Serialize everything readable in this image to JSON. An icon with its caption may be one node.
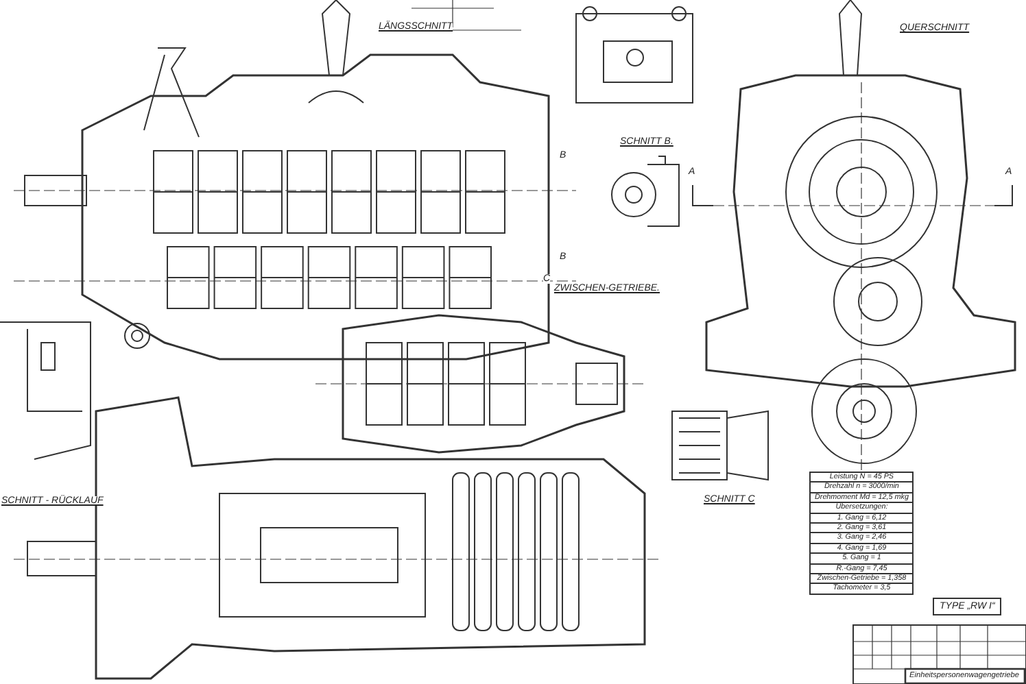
{
  "diagram": {
    "labels": [
      "LÄNGSSCHNITT",
      "QUERSCHNITT",
      "A",
      "A",
      "B",
      "SCHNITT B.",
      "B",
      "C",
      "ZWISCHEN-GETRIEBE.",
      "SCHNITT - RÜCKLAUF",
      "SCHNITT C",
      "Leistung N = 45 PS",
      "Drehzahl n = 3000/min",
      "Drehmoment Md = 12,5 mkg",
      "Übersetzungen:",
      "1. Gang = 6,12",
      "2. Gang = 3,61",
      "3. Gang = 2,46",
      "4. Gang = 1,69",
      "5. Gang = 1",
      "R.-Gang = 7,45",
      "Zwischen-Getriebe = 1,358",
      "Tachometer = 3,5",
      "TYPE „RW I“",
      "Einheitspersonenwagengetriebe"
    ]
  }
}
